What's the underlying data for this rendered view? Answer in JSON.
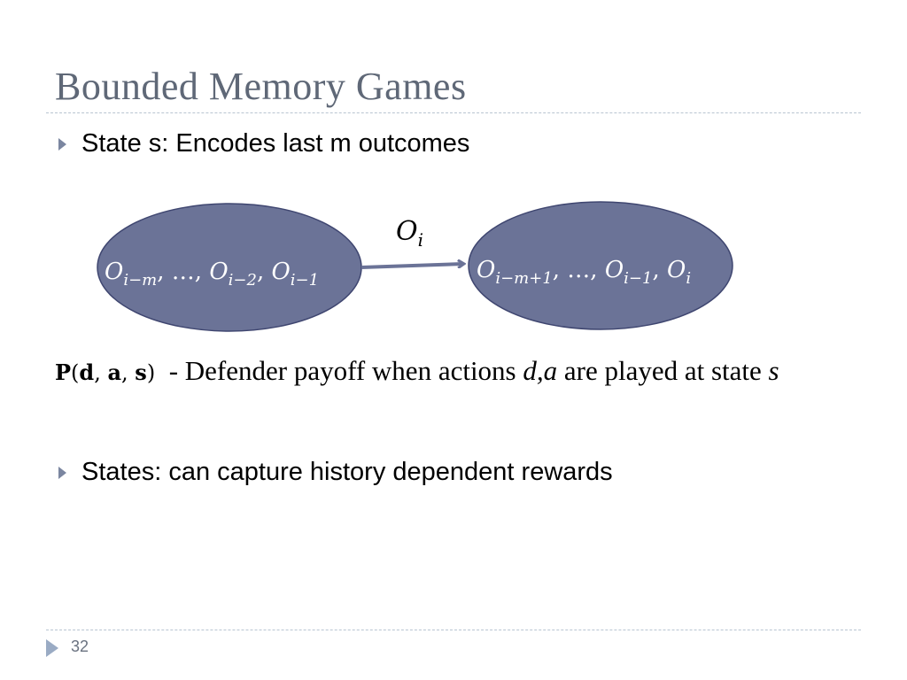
{
  "slide": {
    "title": "Bounded Memory Games",
    "page_number": "32"
  },
  "bullets": [
    {
      "text": "State s: Encodes last m outcomes"
    },
    {
      "text": "States: can capture history dependent rewards"
    }
  ],
  "diagram": {
    "from_state": {
      "parts": [
        {
          "base": "O",
          "sub": "i−m"
        },
        {
          "sep": ", …, "
        },
        {
          "base": "O",
          "sub": "i−2"
        },
        {
          "sep": ", "
        },
        {
          "base": "O",
          "sub": "i−1"
        }
      ]
    },
    "to_state": {
      "parts": [
        {
          "base": "O",
          "sub": "i−m+1"
        },
        {
          "sep": ", …, "
        },
        {
          "base": "O",
          "sub": "i−1"
        },
        {
          "sep": ", "
        },
        {
          "base": "O",
          "sub": "i"
        }
      ]
    },
    "transition_label": {
      "base": "O",
      "sub": "i"
    },
    "colors": {
      "state_fill": "#6b7397",
      "state_stroke": "#3f4670",
      "arrow": "#6b7397"
    }
  },
  "payoff": {
    "formula": {
      "func": "P",
      "open": "(",
      "arg1": "d",
      "comma1": ", ",
      "arg2": "a",
      "comma2": ", ",
      "arg3": "s",
      "close": ")"
    },
    "text_before_vars": "  - Defender payoff when actions ",
    "vars": "d,a",
    "text_after_vars": " are played at state ",
    "state_var": "s"
  }
}
